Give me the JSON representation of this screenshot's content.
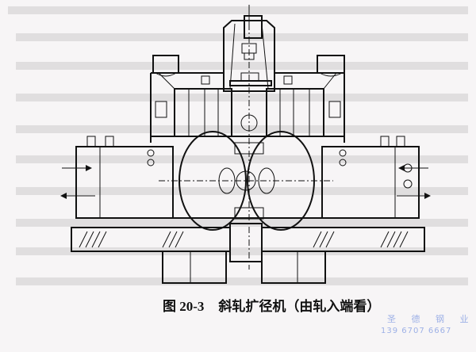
{
  "figure": {
    "number": "图 20-3",
    "title": "斜轧扩径机（由轧入端看）"
  },
  "watermark": {
    "company": "圣 德 钢 业",
    "phone": "139 6707 6667",
    "color": "#9db0e6"
  }
}
